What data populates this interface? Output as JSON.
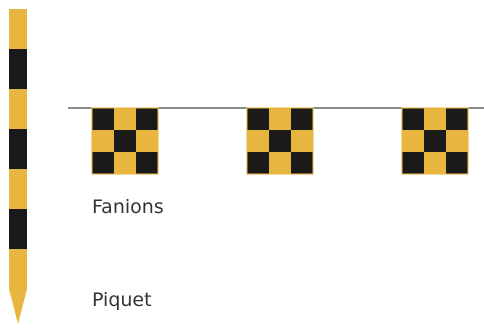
{
  "labels": {
    "flags": "Fanions",
    "stake": "Piquet"
  },
  "colors": {
    "yellow": "#E8B63E",
    "black": "#1A1A1A",
    "line": "#1A1A1A"
  },
  "stake": {
    "pattern": [
      "yellow",
      "black",
      "yellow",
      "black",
      "yellow",
      "black",
      "yellow"
    ]
  },
  "flags": {
    "count": 3,
    "checker_grid": 3
  }
}
